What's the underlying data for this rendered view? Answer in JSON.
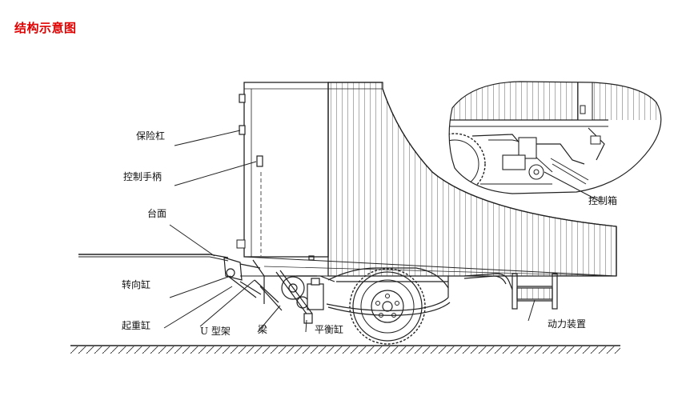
{
  "title": "结构示意图",
  "labels": {
    "bumper": "保险杠",
    "control_handle": "控制手柄",
    "platform": "台面",
    "steering_cylinder": "转向缸",
    "lift_cylinder": "起重缸",
    "u_frame": "U 型架",
    "beam": "梁",
    "balance_cylinder": "平衡缸",
    "control_box": "控制箱",
    "power_unit": "动力装置"
  },
  "colors": {
    "title": "#e00000",
    "line": "#222222"
  }
}
